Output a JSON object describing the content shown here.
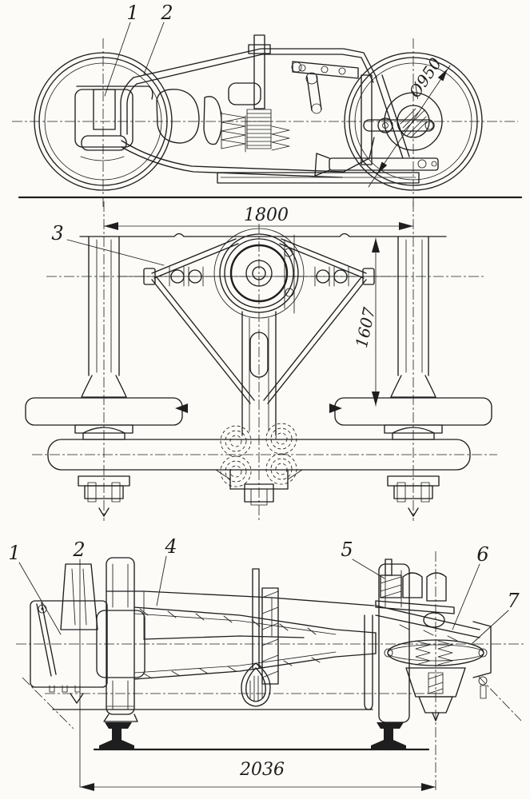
{
  "drawing": {
    "paper_color": "#fcfbf7",
    "ink_color": "#1e1e1e",
    "views": {
      "side_view": {
        "callouts": [
          {
            "label": "1"
          },
          {
            "label": "2"
          }
        ],
        "dimensions": {
          "wheel_diameter": "Ø950"
        }
      },
      "plan_view": {
        "callouts": [
          {
            "label": "3"
          }
        ],
        "dimensions": {
          "wheelbase": "1800",
          "transverse": "1607"
        }
      },
      "section_view": {
        "callouts": [
          {
            "label": "1"
          },
          {
            "label": "2"
          },
          {
            "label": "4"
          },
          {
            "label": "5"
          },
          {
            "label": "6"
          },
          {
            "label": "7"
          }
        ],
        "dimensions": {
          "overall_width": "2036"
        }
      }
    }
  }
}
